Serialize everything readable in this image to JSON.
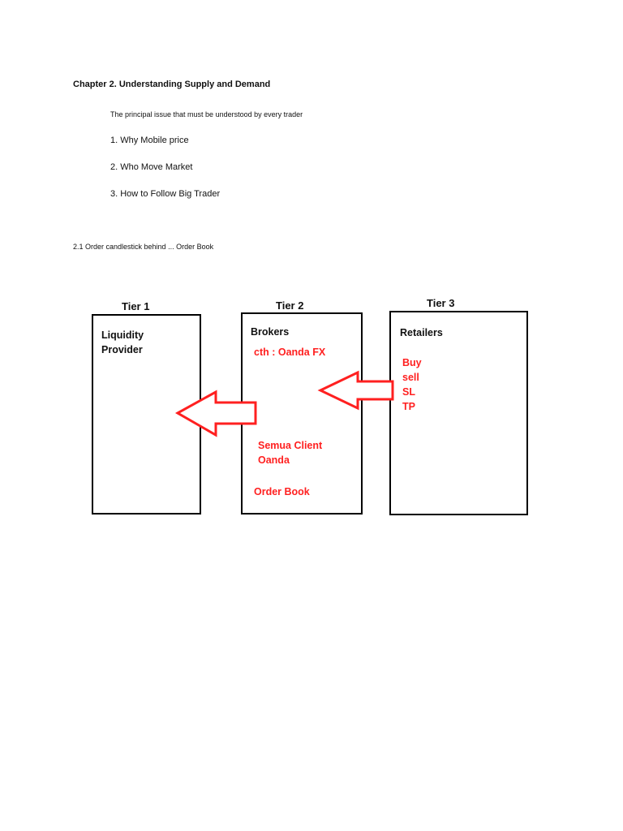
{
  "document": {
    "chapter_title": "Chapter 2. Understanding Supply and Demand",
    "intro": "The principal issue that must be understood by every trader",
    "list": [
      "1. Why Mobile price",
      "2. Who Move Market",
      "3. How to Follow Big Trader"
    ],
    "section_title": "2.1 Order candlestick behind ... Order Book"
  },
  "diagram": {
    "accent_color": "#ff2020",
    "tiers": [
      {
        "label": "Tier 1",
        "title_lines": [
          "Liquidity",
          "Provider"
        ],
        "red_lines": []
      },
      {
        "label": "Tier 2",
        "title_lines": [
          "Brokers"
        ],
        "red_note": "cth : Oanda FX",
        "red_group": [
          "Semua Client",
          "Oanda"
        ],
        "red_footer": "Order Book"
      },
      {
        "label": "Tier 3",
        "title_lines": [
          "Retailers"
        ],
        "red_lines": [
          "Buy",
          "sell",
          "SL",
          "TP"
        ]
      }
    ]
  }
}
